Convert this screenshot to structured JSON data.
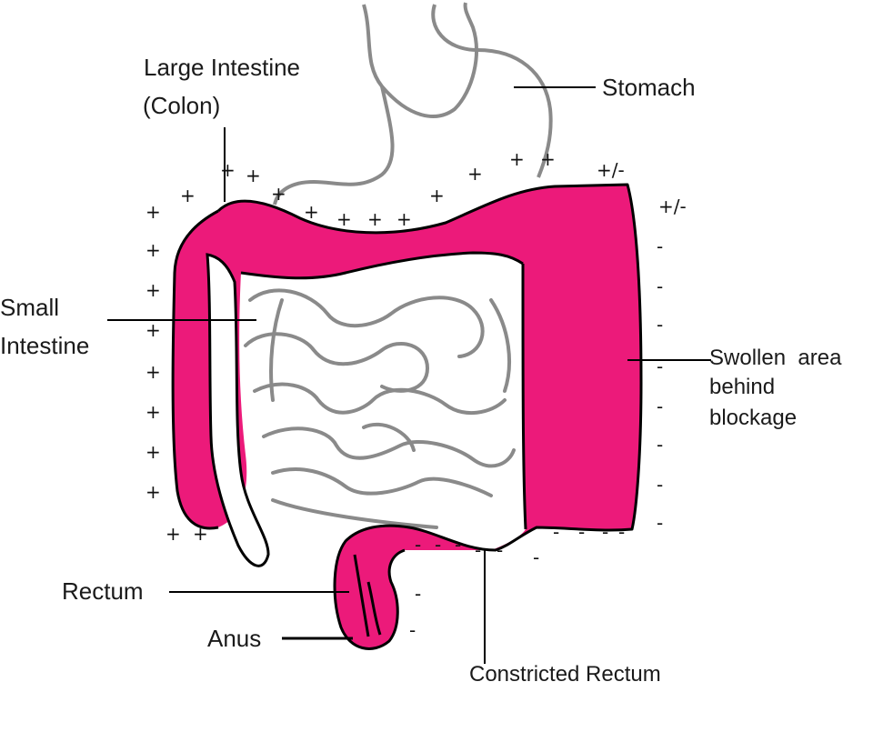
{
  "labels": {
    "large_intestine_line1": "Large Intestine",
    "large_intestine_line2": "(Colon)",
    "stomach": "Stomach",
    "small_intestine_line1": "Small",
    "small_intestine_line2": "Intestine",
    "swollen_line1": "Swollen  area",
    "swollen_line2": "behind",
    "swollen_line3": "blockage",
    "rectum": "Rectum",
    "anus": "Anus",
    "constricted_rectum": "Constricted Rectum"
  },
  "markers": {
    "plus": "+",
    "minus": "-",
    "plus_minus": "+/-"
  },
  "colors": {
    "colon_highlight": "#ec1a7a",
    "organ_outline": "#8a8a8a",
    "colon_outline": "#000000",
    "leader_line": "#000000",
    "text": "#1a1a1a"
  }
}
